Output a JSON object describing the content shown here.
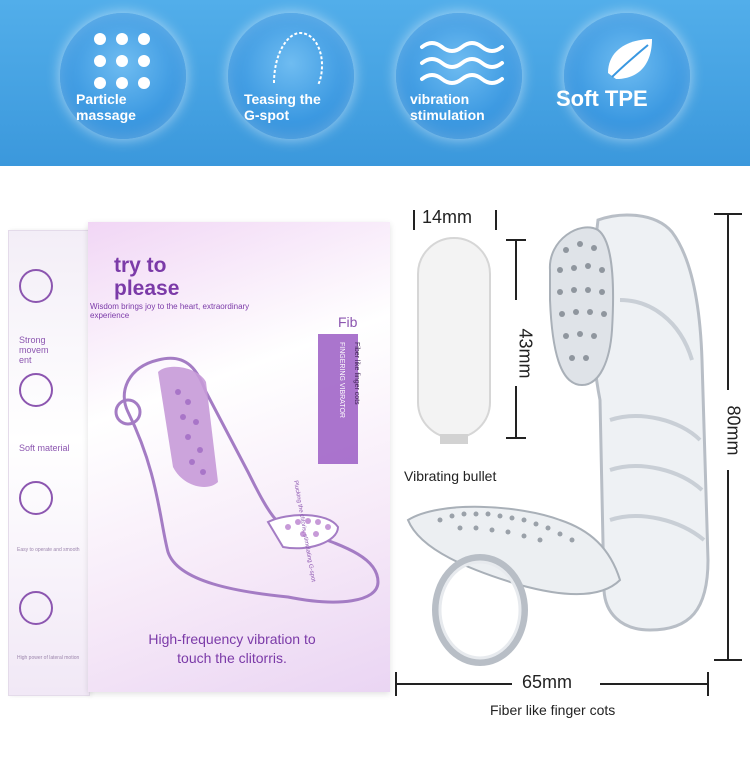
{
  "features": [
    {
      "label": "Particle\nmassage",
      "icon": "dot-grid-icon"
    },
    {
      "label": "Teasing the\nG-spot",
      "icon": "droplet-outline-icon"
    },
    {
      "label": "vibration\nstimulation",
      "icon": "wave-icon"
    },
    {
      "label": "Soft TPE",
      "icon": "leaf-icon"
    }
  ],
  "box": {
    "title": "try to\nplease",
    "tagline": "Wisdom brings joy to the heart, extraordinary experience",
    "side_labels": [
      "Strong\nmovem\nent",
      "Soft material"
    ],
    "side_captions": [
      "Easy to operate and smooth",
      "High power of lateral motion"
    ],
    "product_label": "Fib",
    "package_text": "FINGERING VIBRATOR",
    "package_text_2": "Fiber like finger cots",
    "plucking_text": "Plucking the clitoris, stimulating G-spot",
    "bottom_text": "High-frequency vibration to\ntouch the clitorris."
  },
  "dimensions": {
    "bullet_width": "14mm",
    "bullet_height": "43mm",
    "total_height": "80mm",
    "total_width": "65mm"
  },
  "captions": {
    "bullet": "Vibrating bullet",
    "product": "Fiber like finger cots"
  },
  "colors": {
    "banner": "#3b98dc",
    "accent_purple": "#7b3aa8"
  }
}
